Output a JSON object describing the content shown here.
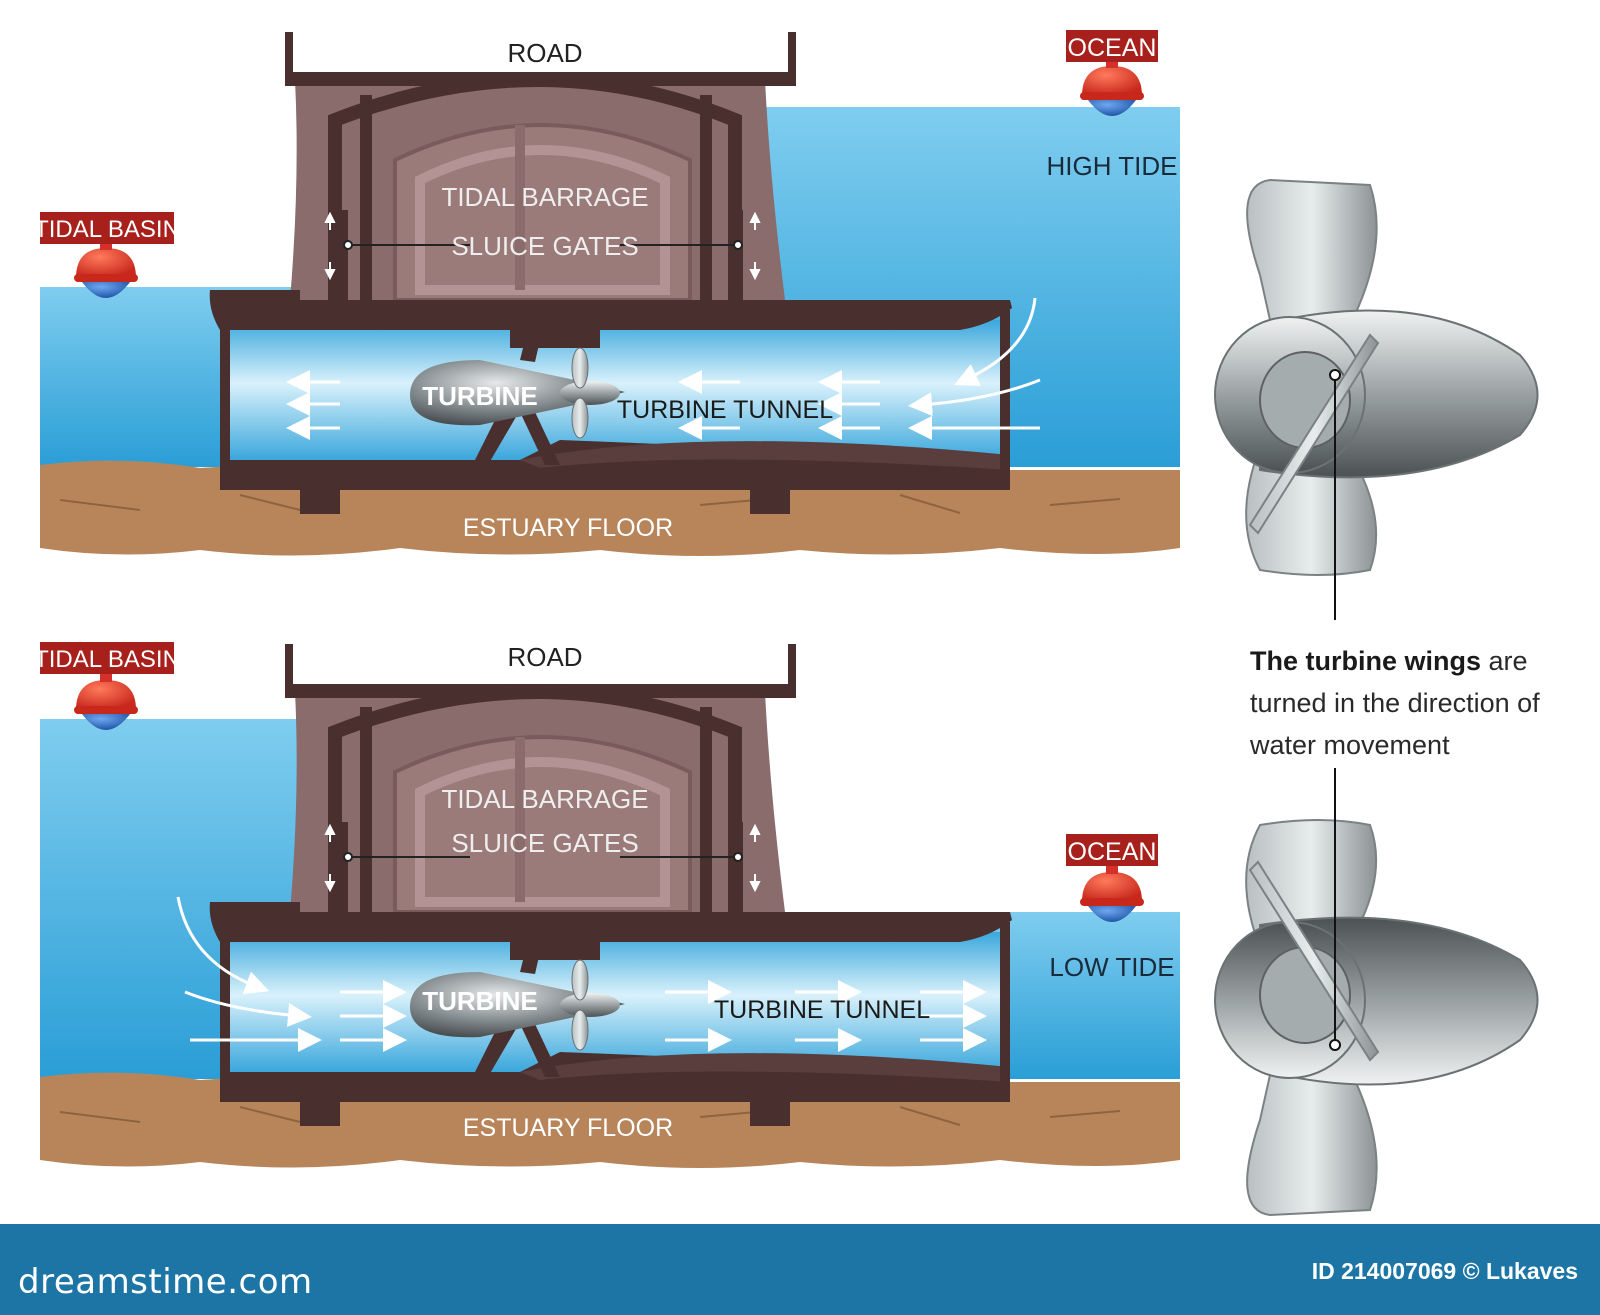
{
  "panels": [
    {
      "state": "HIGH TIDE",
      "labels": {
        "road": "ROAD",
        "ocean": "OCEAN",
        "tidal_basin": "TIDAL BASIN",
        "tide": "HIGH TIDE",
        "tidal_barrage": "TIDAL BARRAGE",
        "sluice_gates": "SLUICE GATES",
        "turbine": "TURBINE",
        "turbine_tunnel": "TURBINE TUNNEL",
        "estuary_floor": "ESTUARY FLOOR"
      },
      "flow_direction": "ocean-to-basin"
    },
    {
      "state": "LOW TIDE",
      "labels": {
        "road": "ROAD",
        "ocean": "OCEAN",
        "tidal_basin": "TIDAL BASIN",
        "tide": "LOW TIDE",
        "tidal_barrage": "TIDAL BARRAGE",
        "sluice_gates": "SLUICE GATES",
        "turbine": "TURBINE",
        "turbine_tunnel": "TURBINE TUNNEL",
        "estuary_floor": "ESTUARY FLOOR"
      },
      "flow_direction": "basin-to-ocean"
    }
  ],
  "note": {
    "bold": "The turbine wings",
    "rest": " are turned in the direction of water movement"
  },
  "footer": {
    "brand": "dreamstime.com",
    "id_text": "ID 214007069 © Lukaves"
  },
  "colors": {
    "water_high": "#4fb3e2",
    "water_low": "#2a9ed6",
    "barrage": "#8a6c6c",
    "barrage_dark": "#4a2f2f",
    "ground": "#b88556",
    "buoy_red": "#e03c2c",
    "buoy_blue": "#2c6cc4",
    "label_bg": "#a8201c",
    "footer": "#1d75a6"
  }
}
